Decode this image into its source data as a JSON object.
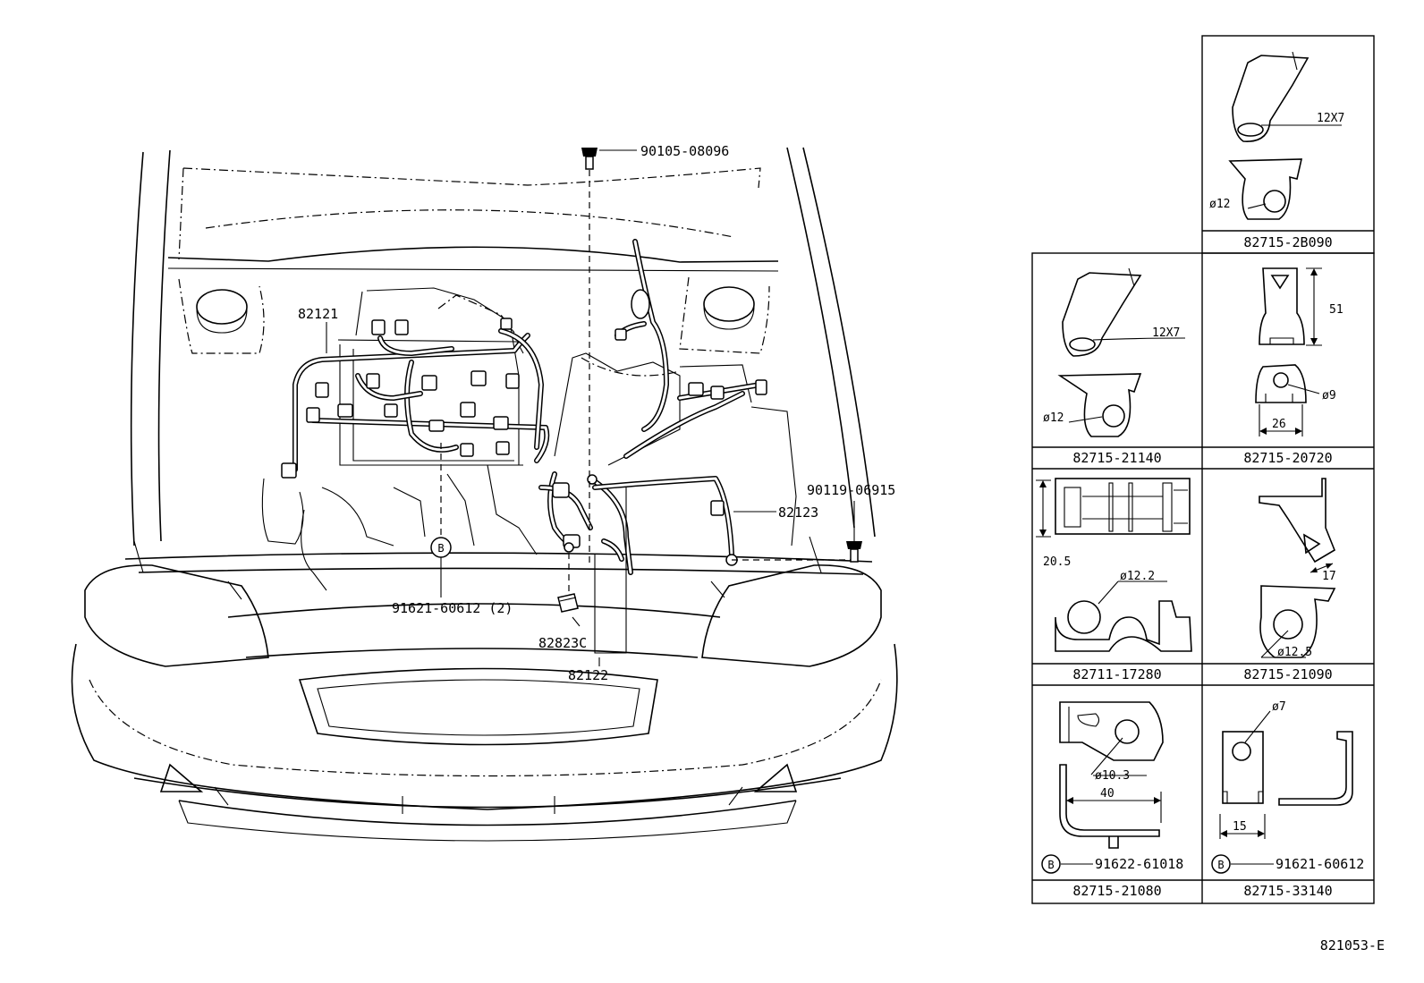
{
  "main_callouts": {
    "bolt_top": "90105-08096",
    "harness_left": "82121",
    "bolt_right": "90119-06915",
    "harness_right": "82123",
    "clamp_b": "91621-60612 (2)",
    "b_marker": "B",
    "connector_bottom": "82823C",
    "harness_bottom": "82122"
  },
  "parts_table": {
    "c_82715_2B090": {
      "part": "82715-2B090",
      "dims": [
        "12X7",
        "ø12"
      ]
    },
    "c_82715_21140": {
      "part": "82715-21140",
      "dims": [
        "12X7",
        "ø12"
      ]
    },
    "c_82715_20720": {
      "part": "82715-20720",
      "dims": [
        "51",
        "ø9",
        "26"
      ]
    },
    "c_82711_17280": {
      "part": "82711-17280",
      "dims": [
        "20.5",
        "ø12.2"
      ]
    },
    "c_82715_21090": {
      "part": "82715-21090",
      "dims": [
        "17",
        "ø12.5"
      ]
    },
    "c_82715_21080": {
      "part": "82715-21080",
      "dims": [
        "ø10.3",
        "40"
      ],
      "marker": "B",
      "sub_part": "91622-61018"
    },
    "c_82715_33140": {
      "part": "82715-33140",
      "dims": [
        "ø7",
        "15"
      ],
      "marker": "B",
      "sub_part": "91621-60612"
    }
  },
  "diagram_code": "821053-E"
}
